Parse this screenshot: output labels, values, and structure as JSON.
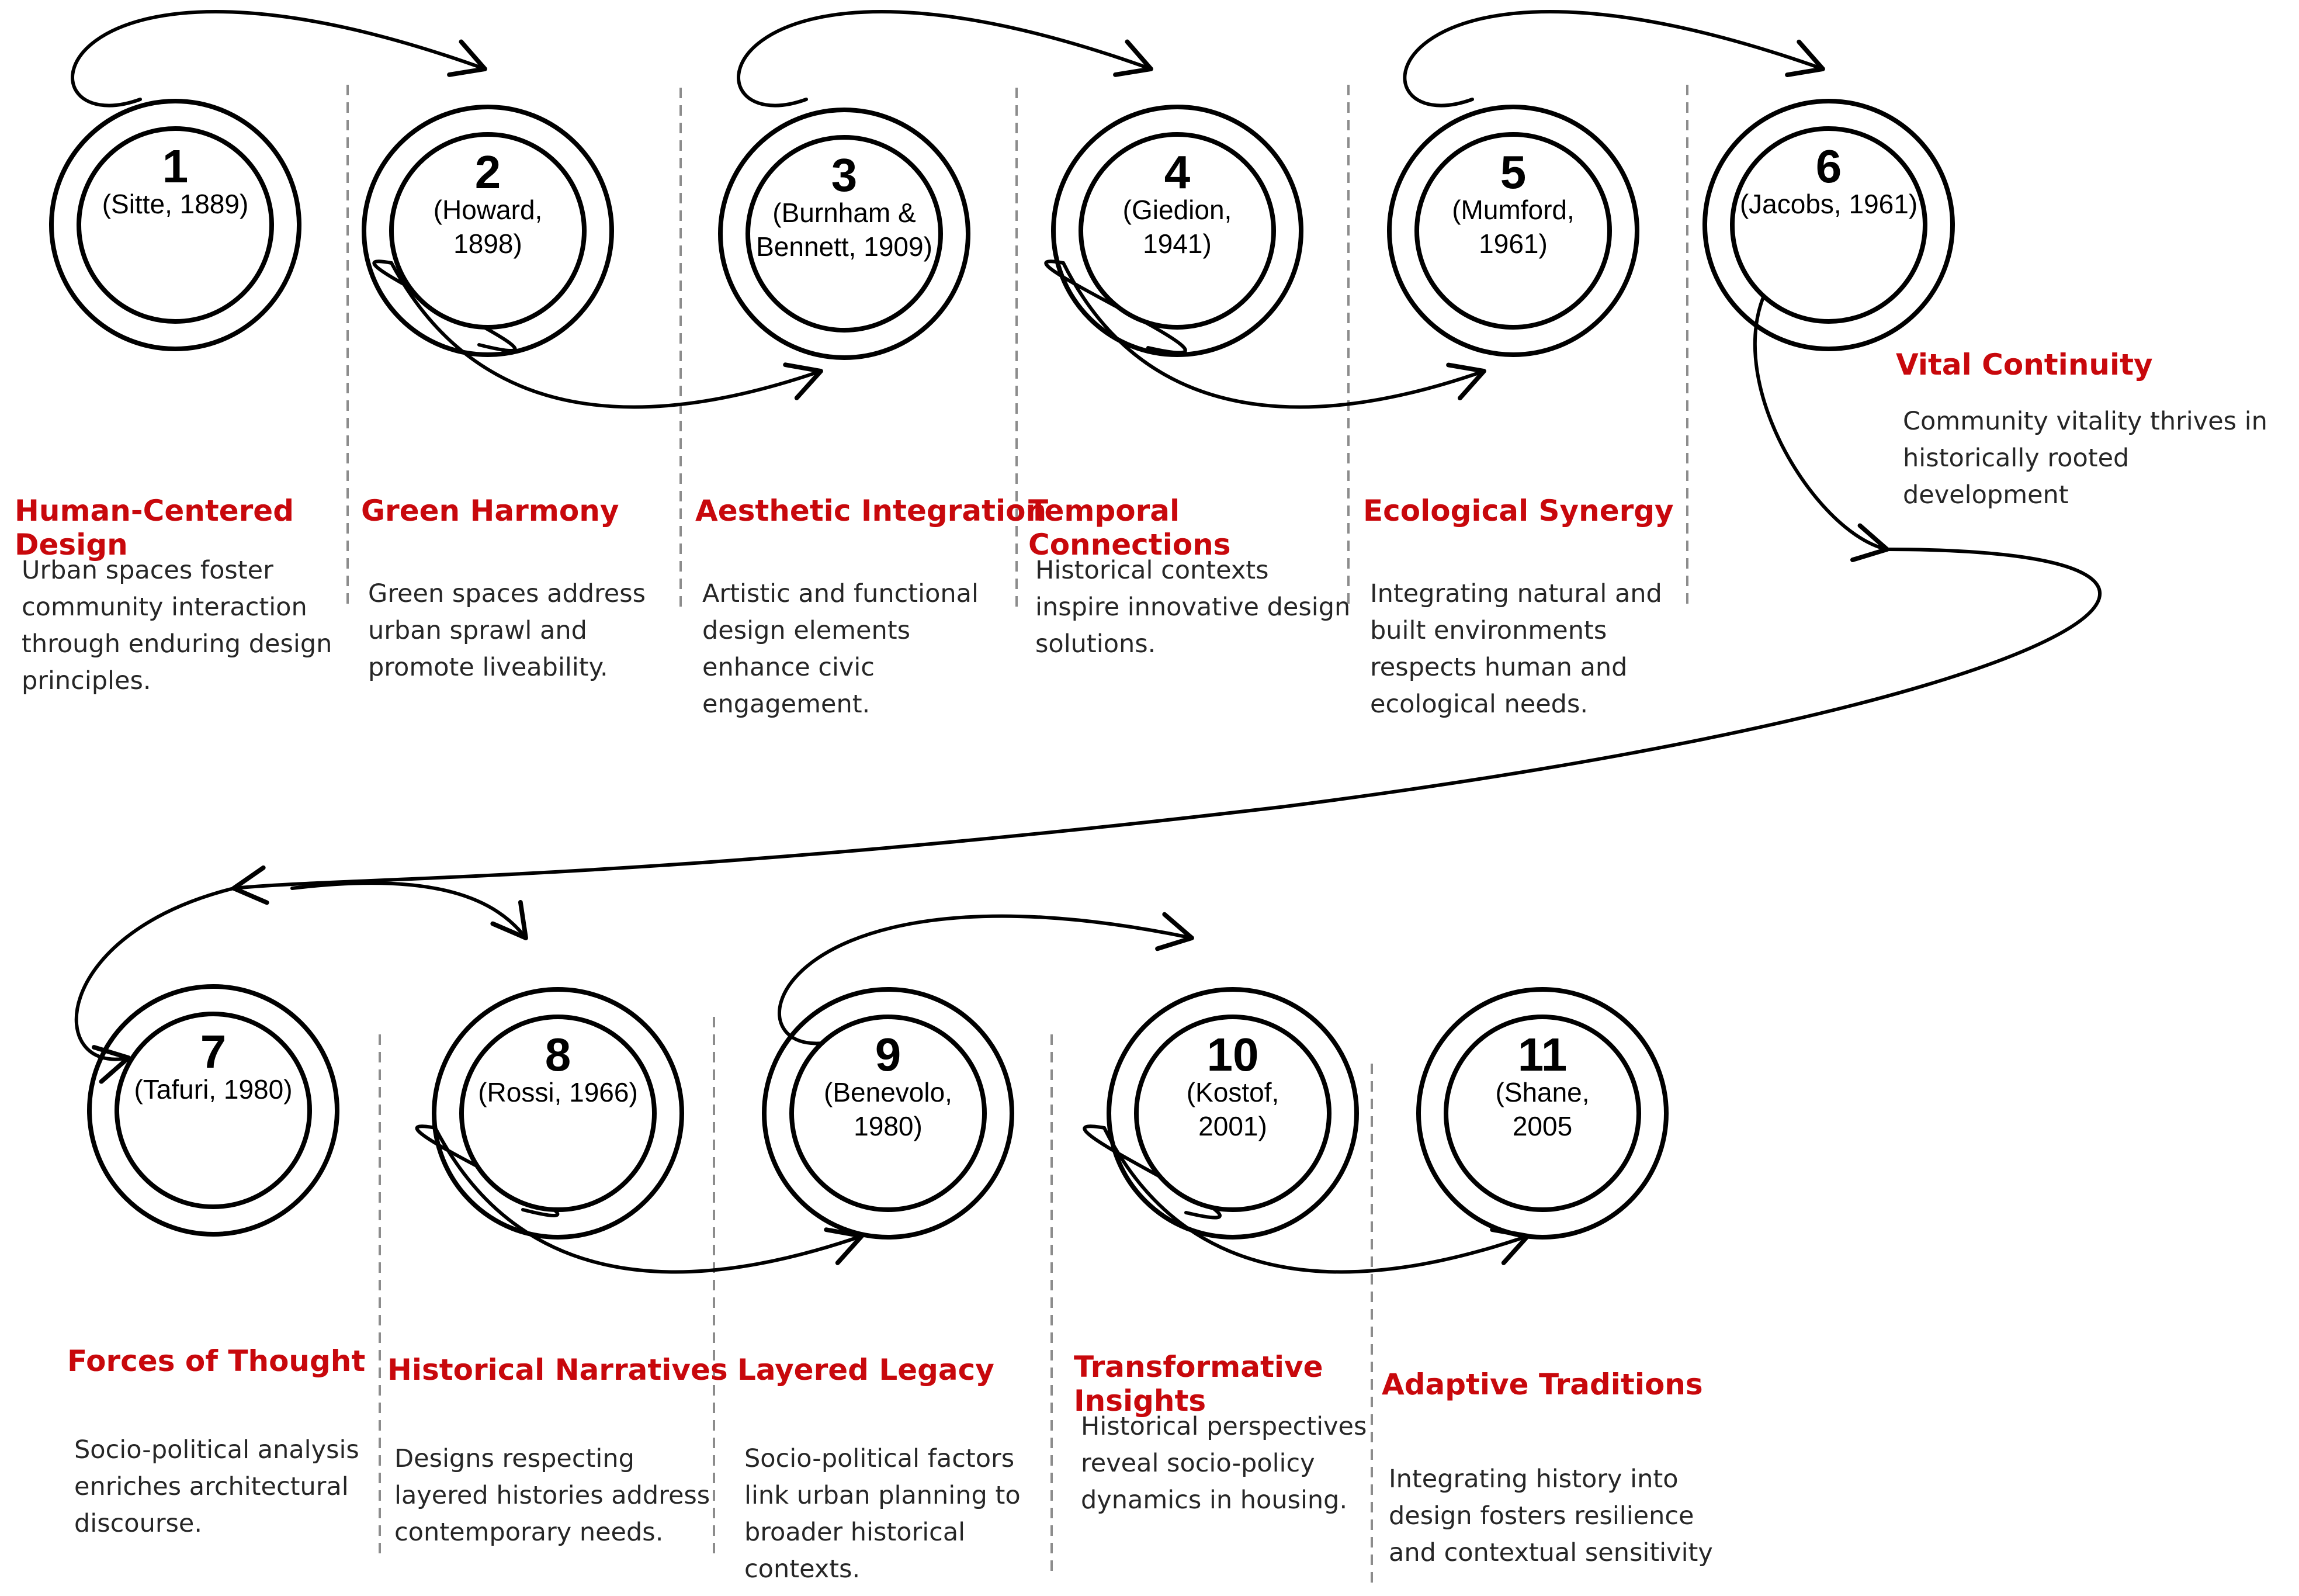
{
  "colors": {
    "title": "#c8080c",
    "text": "#262626",
    "line": "#000000",
    "divider": "#8c8c8c"
  },
  "steps": [
    {
      "number": "1",
      "citation": "(Sitte, 1889)",
      "title": "Human-Centered\nDesign",
      "description": "Urban spaces foster\ncommunity interaction\nthrough enduring design\nprinciples."
    },
    {
      "number": "2",
      "citation": "(Howard,\n1898)",
      "title": "Green Harmony",
      "description": "Green spaces address\nurban sprawl and\npromote liveability."
    },
    {
      "number": "3",
      "citation": "(Burnham &\nBennett, 1909)",
      "title": "Aesthetic Integration",
      "description": "Artistic and functional\ndesign elements\nenhance civic\nengagement."
    },
    {
      "number": "4",
      "citation": "(Giedion,\n1941)",
      "title": "Temporal\nConnections",
      "description": "Historical contexts\ninspire innovative design\nsolutions."
    },
    {
      "number": "5",
      "citation": "(Mumford,\n1961)",
      "title": "Ecological Synergy",
      "description": "Integrating natural and\nbuilt environments\nrespects human and\necological needs."
    },
    {
      "number": "6",
      "citation": "(Jacobs, 1961)",
      "title": "Vital Continuity",
      "description": "Community vitality thrives in\nhistorically rooted development"
    },
    {
      "number": "7",
      "citation": "(Tafuri, 1980)",
      "title": "Forces of Thought",
      "description": "Socio-political analysis\nenriches architectural\ndiscourse."
    },
    {
      "number": "8",
      "citation": "(Rossi, 1966)",
      "title": "Historical Narratives",
      "description": "Designs respecting\nlayered histories address\ncontemporary needs."
    },
    {
      "number": "9",
      "citation": "(Benevolo,\n1980)",
      "title": "Layered Legacy",
      "description": "Socio-political factors\nlink urban planning to\nbroader historical\ncontexts."
    },
    {
      "number": "10",
      "citation": "(Kostof,\n2001)",
      "title": "Transformative\nInsights",
      "description": "Historical perspectives\nreveal socio-policy\ndynamics in housing."
    },
    {
      "number": "11",
      "citation": "(Shane,\n2005",
      "title": "Adaptive Traditions",
      "description": "Integrating history into\ndesign fosters resilience\nand contextual sensitivity"
    }
  ]
}
